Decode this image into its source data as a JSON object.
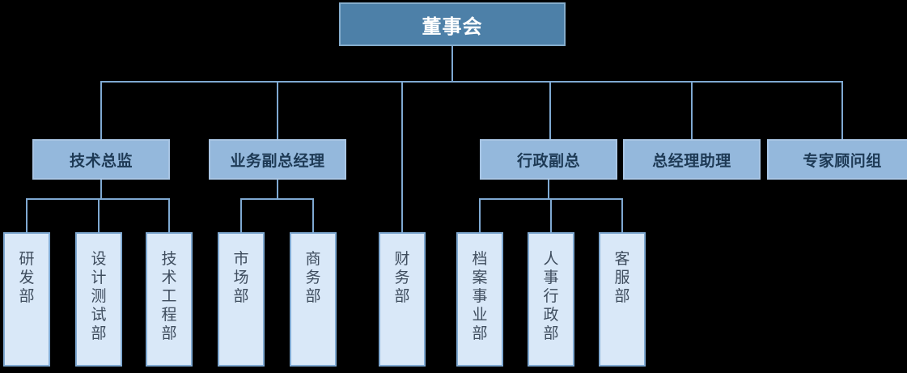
{
  "org_chart": {
    "title_node": {
      "label": "董事会"
    },
    "managers": [
      {
        "label": "技术总监",
        "children": [
          "研发部",
          "设计测试部",
          "技术工程部"
        ]
      },
      {
        "label": "业务副总经理",
        "children": [
          "市场部",
          "商务部"
        ]
      },
      {
        "label": "行政副总",
        "children": [
          "档案事业部",
          "人事行政部",
          "客服部"
        ]
      },
      {
        "label": "总经理助理",
        "children": []
      },
      {
        "label": "专家顾问组",
        "children": []
      }
    ],
    "direct_departments": [
      "财务部"
    ],
    "colors": {
      "background": "#000000",
      "root_fill": "#4d80a8",
      "root_border": "#85adcc",
      "root_text": "#ffffff",
      "manager_fill": "#94b8dc",
      "manager_border": "#a8c5e4",
      "manager_text": "#1e3a55",
      "department_fill": "#d9e8f8",
      "department_border": "#7fa9d2",
      "department_text": "#3f4d5e",
      "connector": "#7fa9d2"
    }
  }
}
